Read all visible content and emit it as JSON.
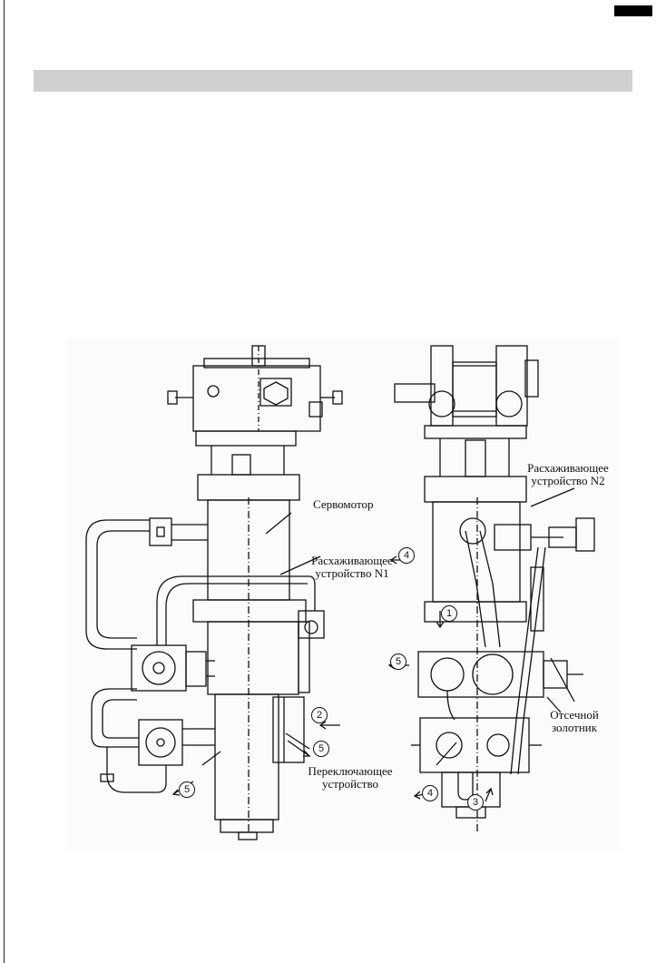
{
  "figure": {
    "labels": {
      "servomotor": "Сервомотор",
      "device_n1_line1": "Расхаживающее",
      "device_n1_line2": "устройство N1",
      "device_n2_line1": "Расхаживающее",
      "device_n2_line2": "устройство N2",
      "cutoff_line1": "Отсечной",
      "cutoff_line2": "золотник",
      "switch_line1": "Переключающее",
      "switch_line2": "устройство"
    },
    "markers": {
      "left_2": "2",
      "left_5a": "5",
      "left_5b": "5",
      "right_4a": "4",
      "right_1": "1",
      "right_5": "5",
      "right_4b": "4",
      "right_3": "3"
    }
  }
}
